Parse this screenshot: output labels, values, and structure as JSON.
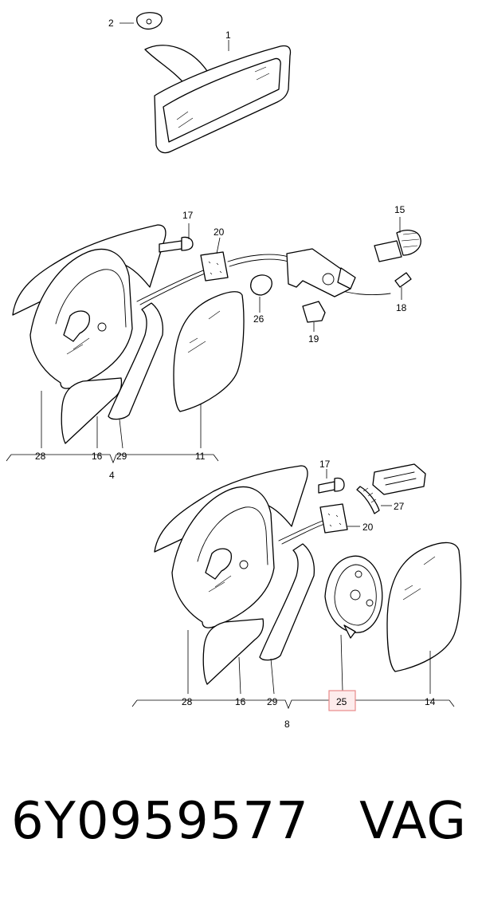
{
  "callouts": {
    "c1": "1",
    "c2": "2",
    "c4": "4",
    "c8": "8",
    "c11": "11",
    "c14": "14",
    "c15": "15",
    "c16a": "16",
    "c16b": "16",
    "c17a": "17",
    "c17b": "17",
    "c18": "18",
    "c19": "19",
    "c20a": "20",
    "c20b": "20",
    "c25": "25",
    "c26": "26",
    "c27": "27",
    "c28a": "28",
    "c28b": "28",
    "c29a": "29",
    "c29b": "29"
  },
  "highlight": {
    "part": "25",
    "color": "#e88a8a",
    "fill": "#fdecec"
  },
  "footer": {
    "part_number": "6Y0959577",
    "brand": "VAG"
  }
}
